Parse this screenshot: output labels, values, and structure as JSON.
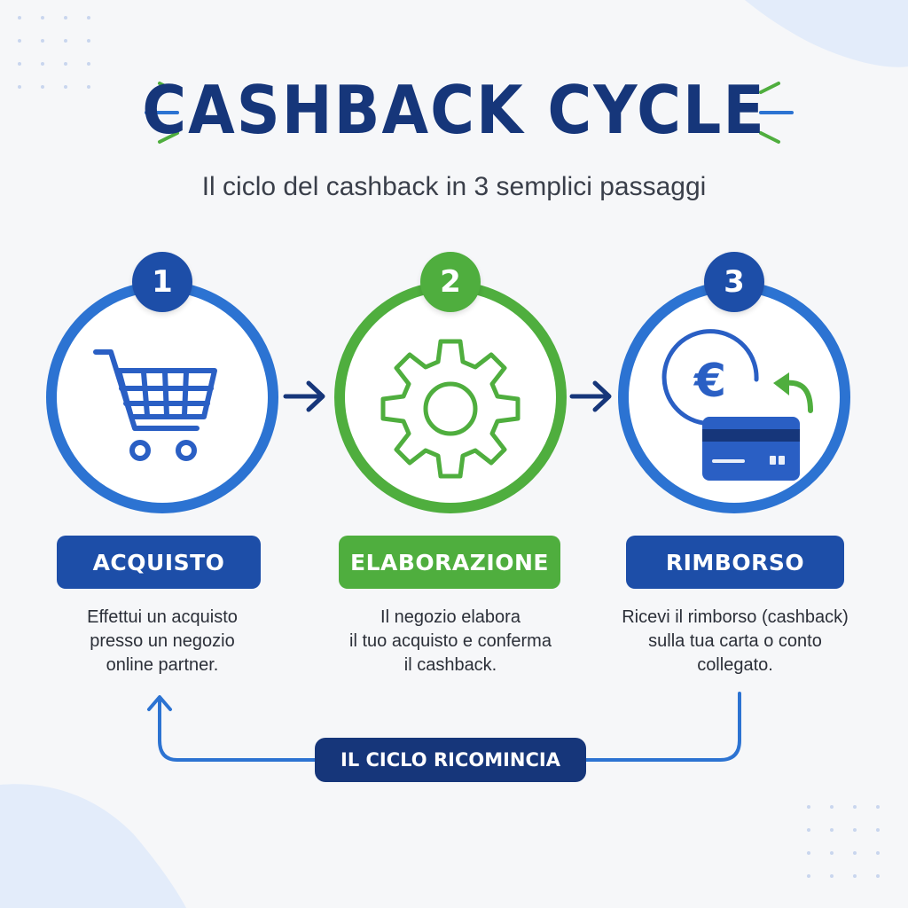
{
  "header": {
    "title": "CASHBACK CYCLE",
    "subtitle": "Il ciclo del cashback in 3 semplici passaggi"
  },
  "colors": {
    "navy": "#16367a",
    "blue": "#2c73d2",
    "green": "#4fae3e",
    "background": "#f6f7f9"
  },
  "steps": [
    {
      "number": "1",
      "label": "ACQUISTO",
      "icon": "shopping-cart-icon",
      "description": [
        "Effettui un acquisto",
        "presso un negozio",
        "online partner."
      ]
    },
    {
      "number": "2",
      "label": "ELABORAZIONE",
      "icon": "gear-icon",
      "description": [
        "Il negozio elabora",
        "il tuo acquisto e conferma",
        "il cashback."
      ]
    },
    {
      "number": "3",
      "label": "RIMBORSO",
      "icon": "euro-refund-card-icon",
      "description": [
        "Ricevi il rimborso (cashback)",
        "sulla tua carta o conto",
        "collegato."
      ]
    }
  ],
  "cycle": {
    "label": "IL CICLO RICOMINCIA"
  }
}
